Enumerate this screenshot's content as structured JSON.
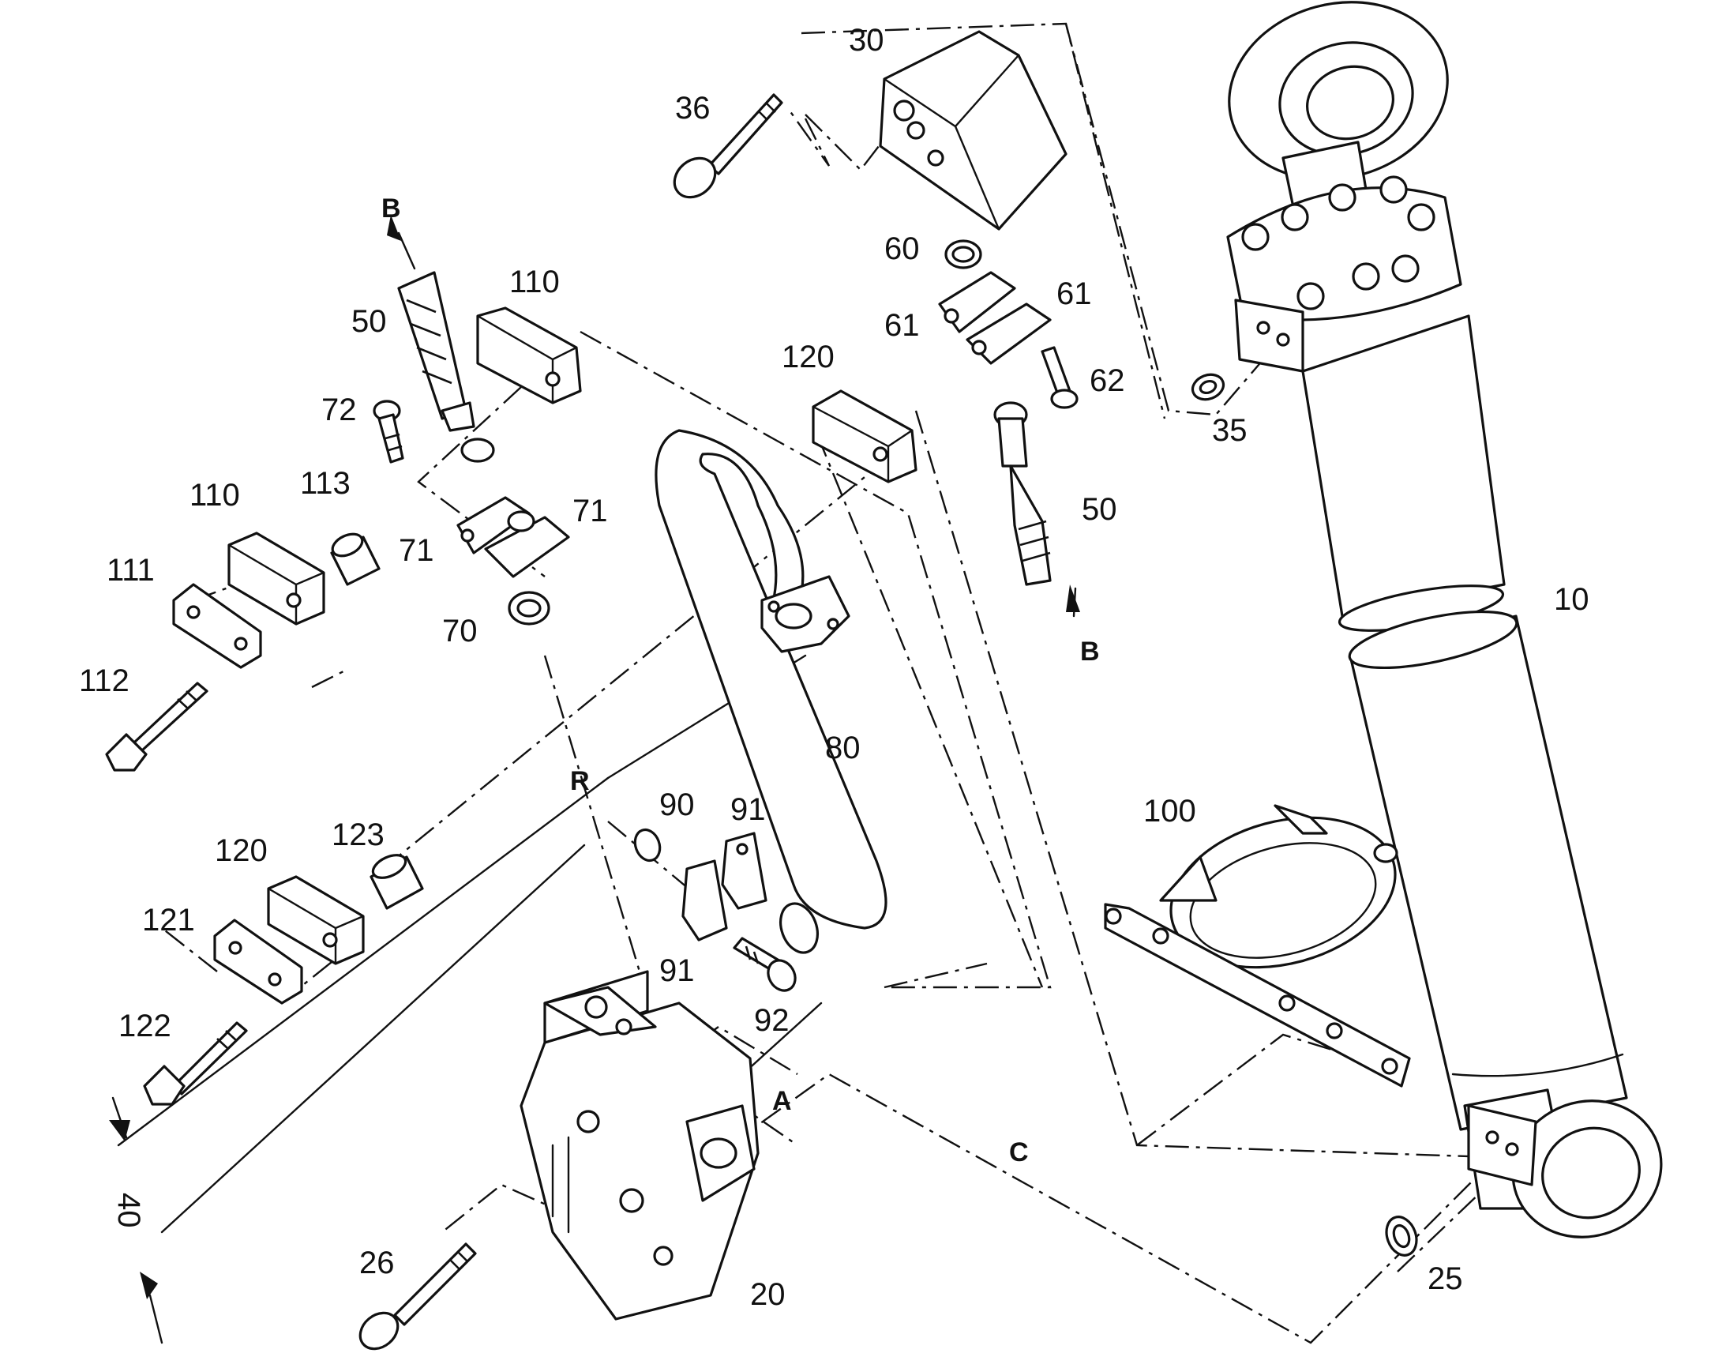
{
  "callouts": {
    "c10": "10",
    "c20": "20",
    "c25": "25",
    "c26": "26",
    "c30": "30",
    "c35": "35",
    "c36": "36",
    "c40": "40",
    "c50a": "50",
    "c50b": "50",
    "c60": "60",
    "c61a": "61",
    "c61b": "61",
    "c62": "62",
    "c70": "70",
    "c71a": "71",
    "c71b": "71",
    "c72": "72",
    "c80": "80",
    "c90": "90",
    "c91a": "91",
    "c91b": "91",
    "c92": "92",
    "c100": "100",
    "c110a": "110",
    "c110b": "110",
    "c111": "111",
    "c112": "112",
    "c113": "113",
    "c120a": "120",
    "c120b": "120",
    "c121": "121",
    "c122": "122",
    "c123": "123"
  },
  "letters": {
    "a": "A",
    "b1": "B",
    "b2": "B",
    "c": "C",
    "r": "R"
  },
  "colors": {
    "line": "#111111",
    "background": "#ffffff"
  }
}
